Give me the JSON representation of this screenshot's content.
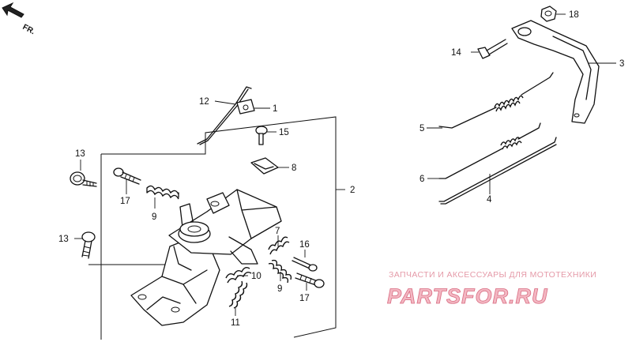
{
  "direction_label": "FR.",
  "callouts": [
    {
      "id": "c1",
      "text": "1"
    },
    {
      "id": "c2",
      "text": "2"
    },
    {
      "id": "c3",
      "text": "3"
    },
    {
      "id": "c4",
      "text": "4"
    },
    {
      "id": "c5",
      "text": "5"
    },
    {
      "id": "c6",
      "text": "6"
    },
    {
      "id": "c7",
      "text": "7"
    },
    {
      "id": "c8",
      "text": "8"
    },
    {
      "id": "c9a",
      "text": "9"
    },
    {
      "id": "c9b",
      "text": "9"
    },
    {
      "id": "c10",
      "text": "10"
    },
    {
      "id": "c11",
      "text": "11"
    },
    {
      "id": "c12",
      "text": "12"
    },
    {
      "id": "c13a",
      "text": "13"
    },
    {
      "id": "c13b",
      "text": "13"
    },
    {
      "id": "c14",
      "text": "14"
    },
    {
      "id": "c15",
      "text": "15"
    },
    {
      "id": "c16",
      "text": "16"
    },
    {
      "id": "c17a",
      "text": "17"
    },
    {
      "id": "c17b",
      "text": "17"
    },
    {
      "id": "c18",
      "text": "18"
    }
  ],
  "watermark": {
    "tagline": "ЗАПЧАСТИ И АКСЕССУАРЫ ДЛЯ МОТОТЕХНИКИ",
    "brand": "PARTSFOR.RU"
  }
}
